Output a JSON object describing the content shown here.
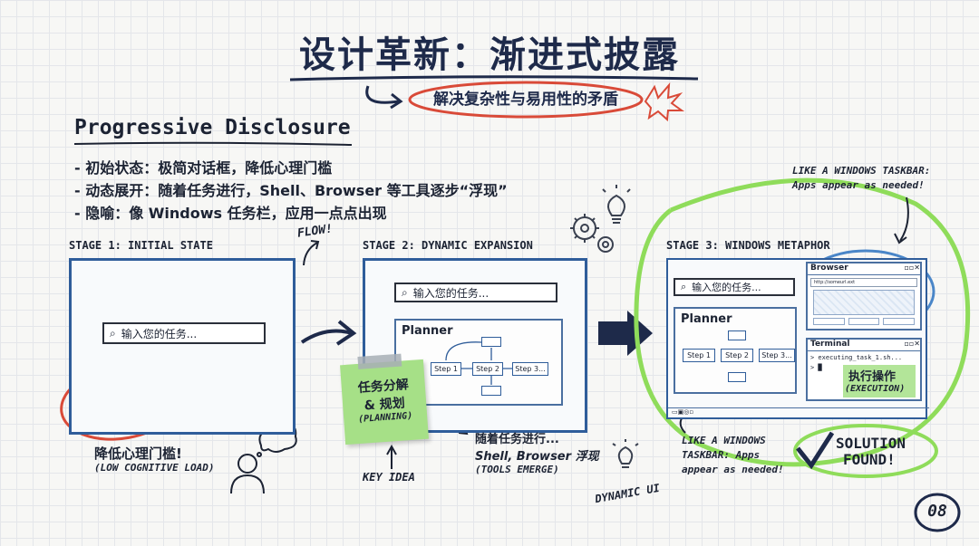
{
  "slide": {
    "title": "设计革新：渐进式披露",
    "subtitle": "解决复杂性与易用性的矛盾",
    "page_number": "08"
  },
  "intro": {
    "heading": "Progressive Disclosure",
    "bullets": [
      "- 初始状态：极简对话框，降低心理门槛",
      "- 动态展开：随着任务进行，Shell、Browser 等工具逐步“浮现”",
      "- 隐喻：像 Windows 任务栏，应用一点点出现"
    ]
  },
  "annotations": {
    "flow": "FLOW!",
    "key_idea": "KEY IDEA",
    "dynamic_ui": "DYNAMIC UI"
  },
  "stage1": {
    "label": "STAGE 1: INITIAL STATE",
    "search_placeholder": "输入您的任务...",
    "caption": "降低心理门槛!",
    "caption_sub": "(LOW COGNITIVE LOAD)"
  },
  "stage2": {
    "label": "STAGE 2: DYNAMIC EXPANSION",
    "search_placeholder": "输入您的任务...",
    "planner_title": "Planner",
    "steps": [
      "Step 1",
      "Step 2",
      "Step 3..."
    ],
    "sticky_line1": "任务分解",
    "sticky_line2": "& 规划",
    "sticky_line3": "(PLANNING)",
    "note_line1": "随着任务进行...",
    "note_line2": "Shell, Browser 浮现",
    "note_line3": "(TOOLS EMERGE)"
  },
  "stage3": {
    "label": "STAGE 3: WINDOWS METAPHOR",
    "search_placeholder": "输入您的任务...",
    "planner_title": "Planner",
    "steps": [
      "Step 1",
      "Step 2",
      "Step 3..."
    ],
    "browser_title": "Browser",
    "browser_url": "http://someurl.ext",
    "terminal_title": "Terminal",
    "terminal_line1": "> executing_task_1.sh...",
    "terminal_line2": "> █",
    "exec_line1": "执行操作",
    "exec_line2": "(EXECUTION)",
    "top_note_line1": "LIKE A WINDOWS TASKBAR:",
    "top_note_line2": "Apps appear as needed!",
    "bottom_note_line1": "LIKE A WINDOWS",
    "bottom_note_line2": "TASKBAR: Apps",
    "bottom_note_line3": "appear as needed!",
    "solution_line1": "SOLUTION",
    "solution_line2": "FOUND!"
  },
  "colors": {
    "navy": "#1e2a4a",
    "panel_blue": "#2f5d9a",
    "red": "#d94a38",
    "green": "#8fdc5a",
    "sticky_green": "#a6e087"
  }
}
